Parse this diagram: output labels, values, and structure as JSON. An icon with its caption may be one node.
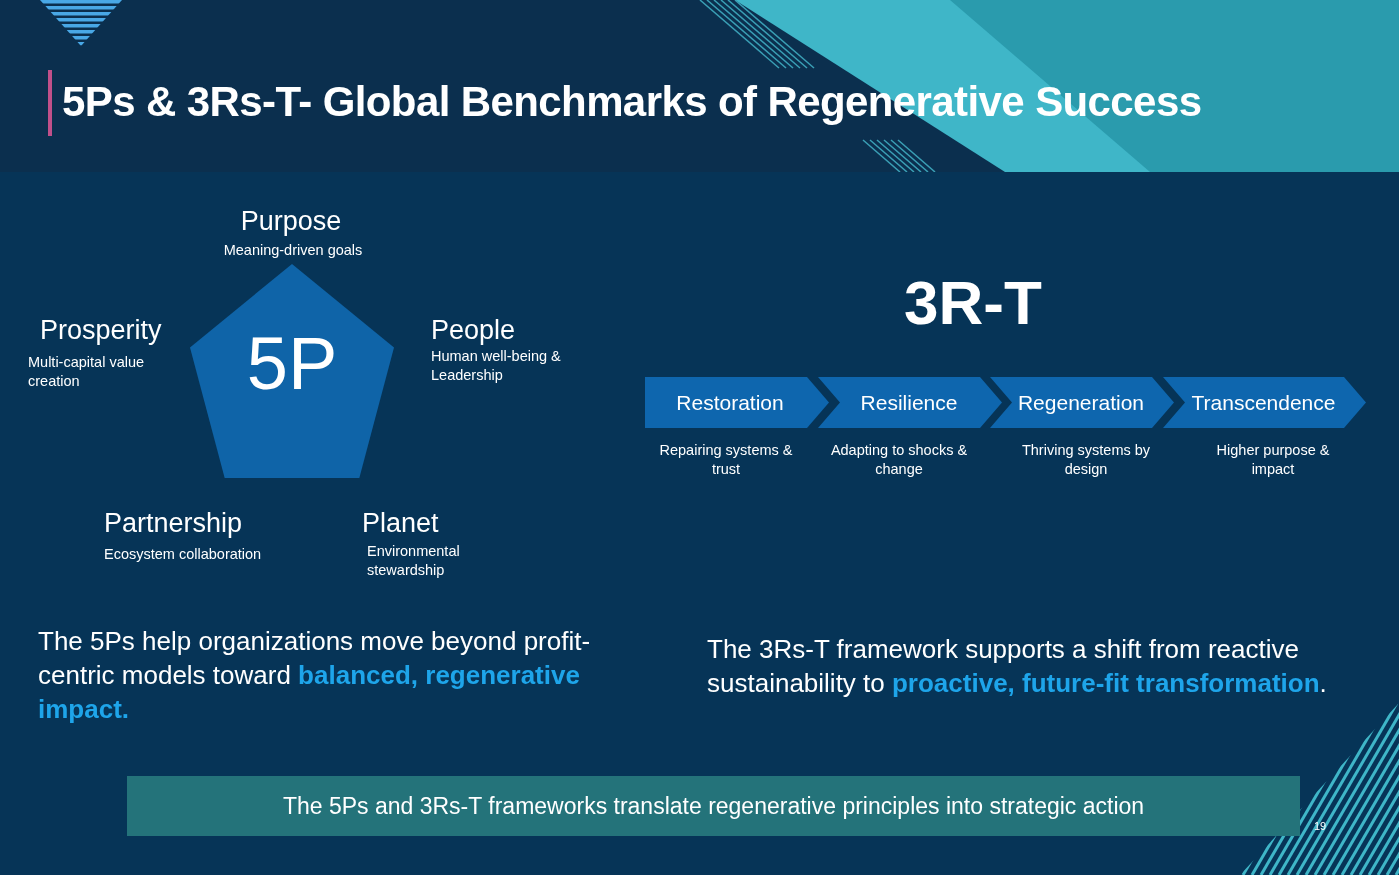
{
  "diagram": {
    "title": "5Ps & 3Rs-T- Global Benchmarks of Regenerative Success",
    "nodes": [
      {
        "text": [
          "5P"
        ],
        "beside": [
          "Purpose",
          "Meaning-driven goals",
          "Prosperity",
          "Multi-capital value creation",
          "People",
          "Human well-being & Leadership",
          "Partnership",
          "Ecosystem collaboration",
          "Planet",
          "Environmental stewardship"
        ]
      },
      {
        "text": [
          "Restoration"
        ],
        "beside": [
          "Repairing systems & trust"
        ]
      },
      {
        "text": [
          "Resilience"
        ],
        "beside": [
          "Adapting to shocks & change"
        ]
      },
      {
        "text": [
          "Regeneration"
        ],
        "beside": [
          "Thriving systems by design"
        ]
      },
      {
        "text": [
          "Transcendence"
        ],
        "beside": [
          "Higher purpose & impact"
        ]
      },
      {
        "text": [
          "The 5Ps and 3Rs-T frameworks translate regenerative principles into strategic action"
        ]
      }
    ],
    "labels": [
      "3R-T",
      "The 5Ps help organizations move beyond profit-centric models toward **balanced, regenerative impact.**",
      "The 3Rs-T framework supports a shift from reactive sustainability to **proactive, future-fit transformation**.",
      "19"
    ]
  }
}
